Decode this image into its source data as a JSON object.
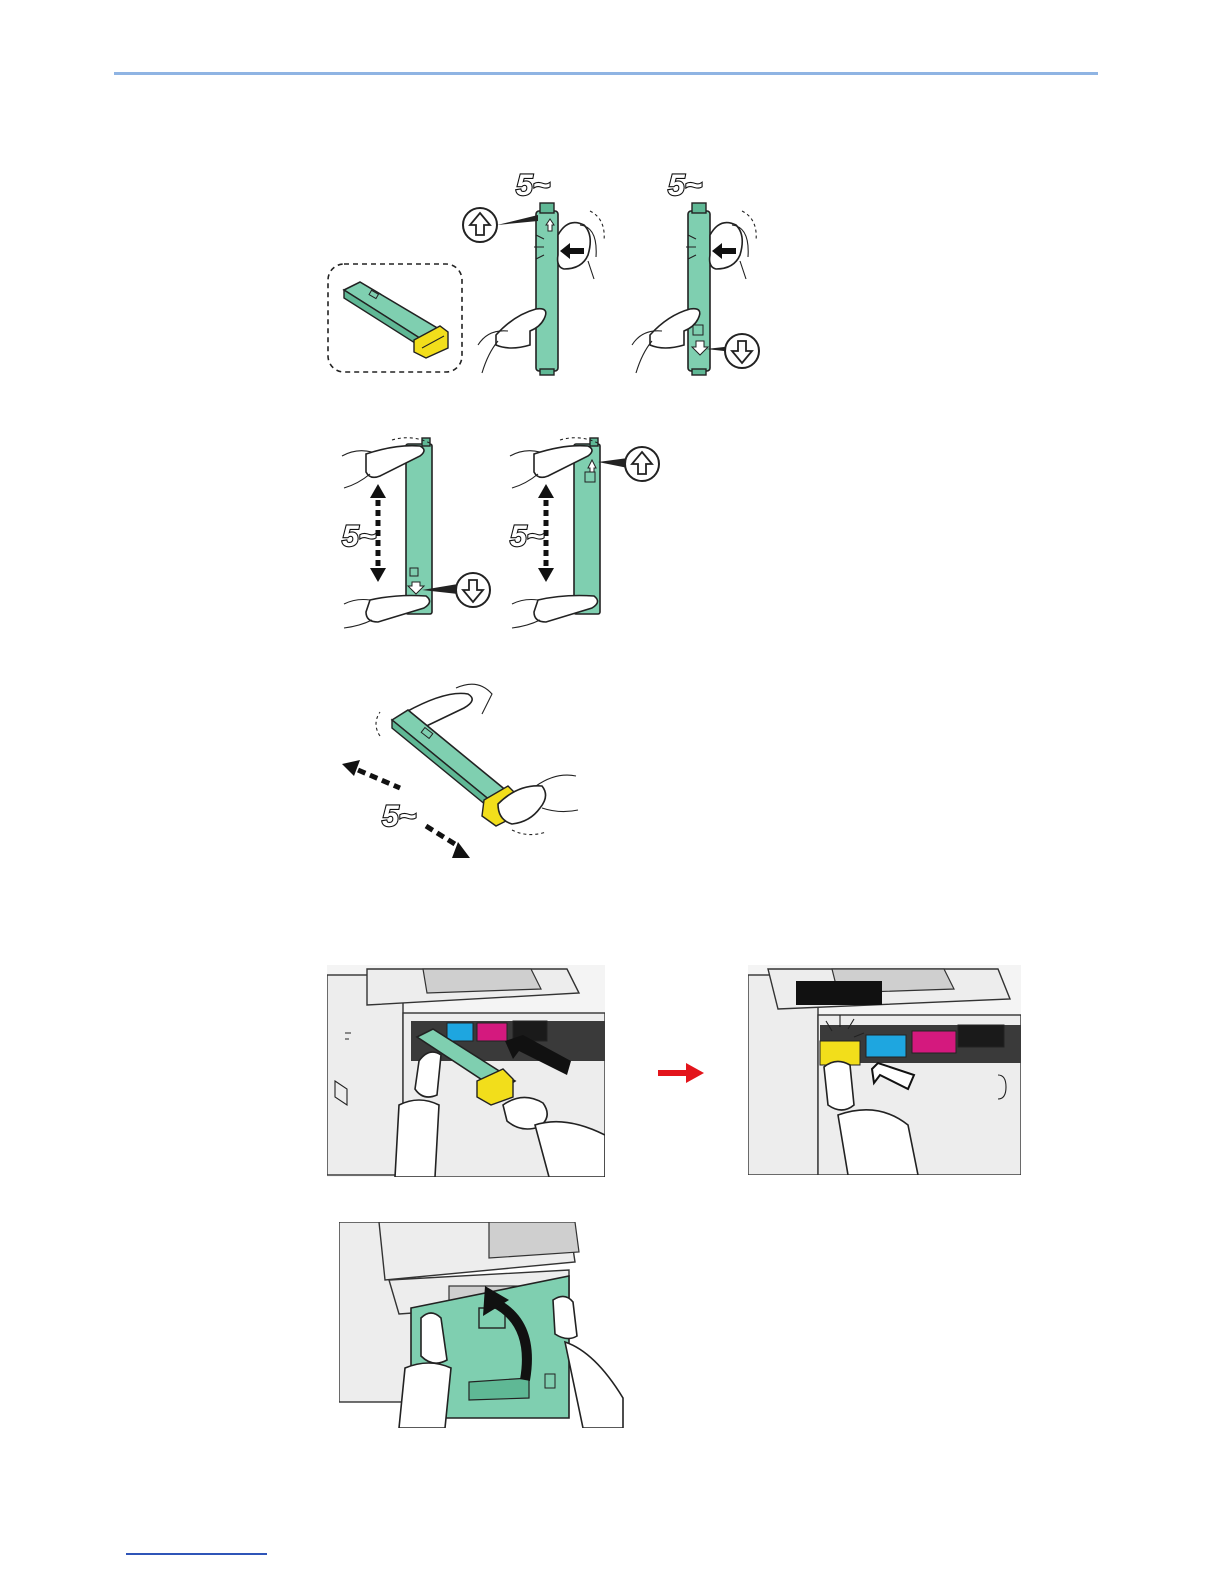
{
  "page": {
    "colors": {
      "top_rule": "#8fb4e3",
      "toner_green": "#7fcfb0",
      "yellow": "#f2de1b",
      "cyan": "#1ea6e0",
      "magenta": "#d4197e",
      "black": "#1a1a1a",
      "red_arrow": "#e3141b",
      "footer_link": "#2f55b8"
    },
    "shake_count_label": "5~"
  },
  "figures": [
    {
      "name": "toner-cartridge-overview",
      "icons": [
        "toner-cartridge-icon",
        "dashed-frame"
      ]
    },
    {
      "name": "shake-horizontal-arrows",
      "icons": [
        "up-arrow-icon",
        "down-arrow-icon",
        "hand-icon"
      ]
    },
    {
      "name": "shake-vertical",
      "icons": [
        "up-arrow-icon",
        "down-arrow-icon",
        "hand-icon"
      ]
    },
    {
      "name": "shake-diagonal",
      "icons": [
        "hand-icon",
        "dashed-arrow-icon"
      ]
    },
    {
      "name": "insert-toner",
      "icons": [
        "insert-arrow-icon",
        "red-arrow-icon"
      ]
    },
    {
      "name": "close-front-cover",
      "icons": [
        "curved-arrow-icon",
        "hand-icon"
      ]
    }
  ]
}
